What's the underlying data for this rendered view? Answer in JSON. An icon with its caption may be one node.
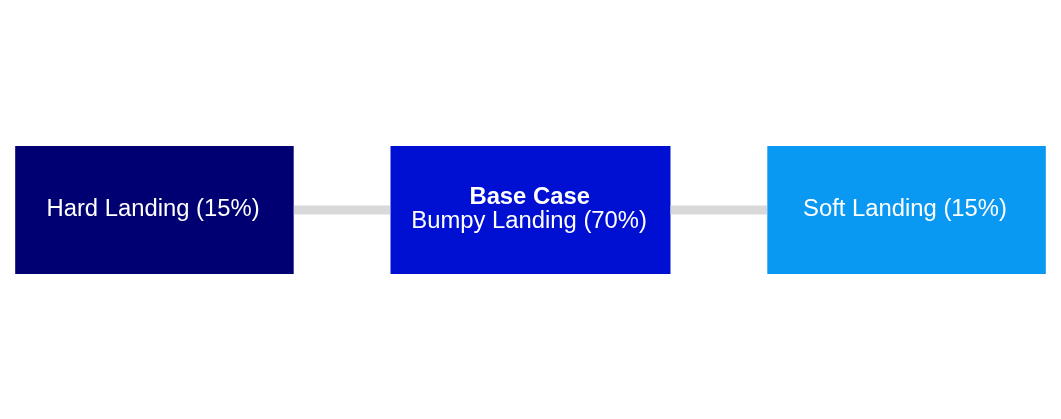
{
  "diagram": {
    "nodes": [
      {
        "text": [
          "Soft Landing (15%)"
        ]
      },
      {
        "text": [
          "Base Case",
          "Bumpy Landing (70%)"
        ]
      },
      {
        "text": [
          "Hard Landing (15%)"
        ]
      }
    ],
    "edges": [
      {
        "from": 2,
        "to": 1,
        "arrow": "none"
      },
      {
        "from": 1,
        "to": 0,
        "arrow": "none"
      }
    ]
  }
}
